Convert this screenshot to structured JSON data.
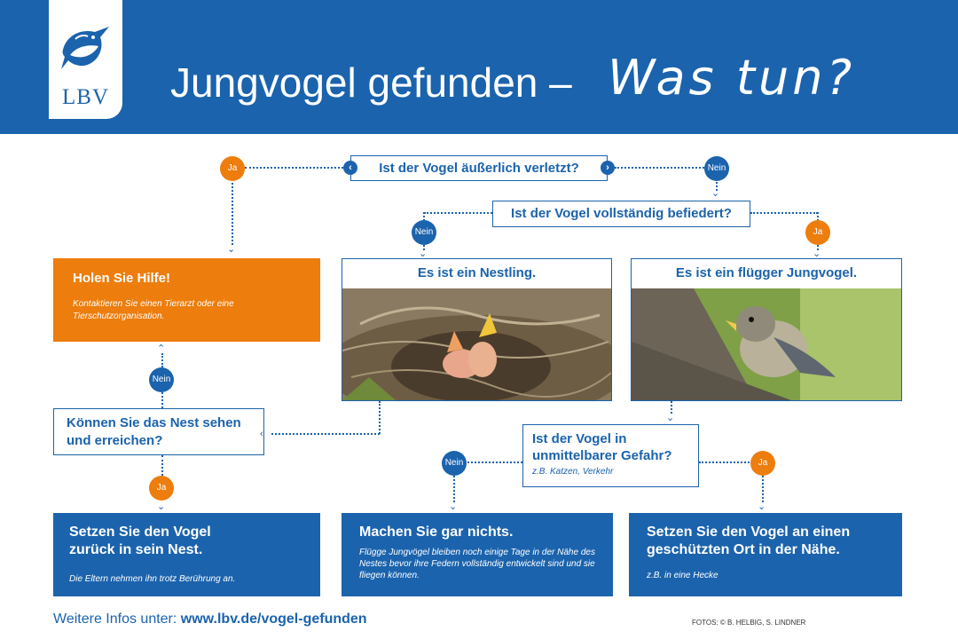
{
  "header": {
    "logo_text": "LBV",
    "title": "Jungvogel gefunden –",
    "title_handwritten": "Was tun?"
  },
  "flow": {
    "q_injured": "Ist der Vogel äußerlich verletzt?",
    "q_feathered": "Ist der Vogel vollständig befiedert?",
    "q_nest": "Können Sie das Nest sehen und erreichen?",
    "q_danger": "Ist der Vogel in unmittelbarer Gefahr?",
    "q_danger_sub": "z.B. Katzen, Verkehr",
    "yes": "Ja",
    "no": "Nein",
    "help_title": "Holen Sie Hilfe!",
    "help_text": "Kontaktieren Sie einen Tierarzt oder eine Tierschutzorganisation.",
    "nestling_title": "Es ist ein Nestling.",
    "fledgling_title": "Es ist ein flügger Jungvogel.",
    "return_title": "Setzen Sie den Vogel zurück in sein Nest.",
    "return_text": "Die Eltern nehmen ihn trotz Berührung an.",
    "nothing_title": "Machen Sie gar nichts.",
    "nothing_text": "Flügge Jungvögel bleiben noch einige Tage in der Nähe des Nestes bevor ihre Federn vollständig entwickelt sind und sie fliegen können.",
    "safe_title": "Setzen Sie den Vogel an einen geschützten Ort in der Nähe.",
    "safe_text": "z.B. in eine Hecke"
  },
  "footer": {
    "info_prefix": "Weitere Infos unter:",
    "info_url": "www.lbv.de/vogel-gefunden",
    "photo_credit": "FOTOS: © B. HELBIG, S. LINDNER"
  },
  "colors": {
    "blue": "#1b63ad",
    "orange": "#ed7d0c"
  }
}
